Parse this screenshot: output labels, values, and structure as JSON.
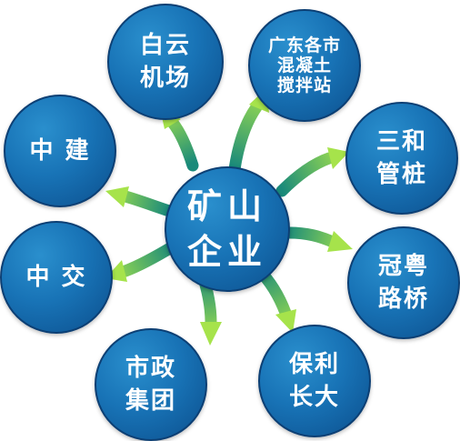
{
  "center": {
    "label": "矿山\n企业"
  },
  "nodes": [
    {
      "id": "baiyun",
      "label": "白云\n机场"
    },
    {
      "id": "guangdong",
      "label": "广东各市\n混凝土\n搅拌站"
    },
    {
      "id": "sanhe",
      "label": "三和\n管桩"
    },
    {
      "id": "guanyue",
      "label": "冠粤\n路桥"
    },
    {
      "id": "baoli",
      "label": "保利\n长大"
    },
    {
      "id": "shizheng",
      "label": "市政\n集团"
    },
    {
      "id": "zhongjiao",
      "label": "中 交"
    },
    {
      "id": "zhongjian",
      "label": "中 建"
    }
  ],
  "colors": {
    "node_fill": "#1873b6",
    "node_border": "#0c3f74",
    "arrow_start": "#1a8a7a",
    "arrow_end": "#a6e34b",
    "text": "#ffffff"
  }
}
